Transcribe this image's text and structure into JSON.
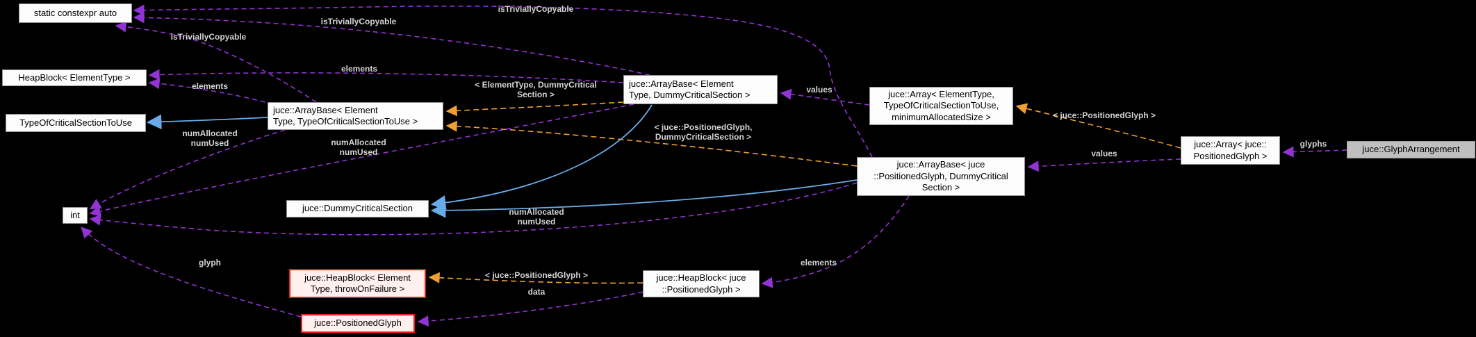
{
  "diagram": {
    "kind": "doxygen-collaboration-graph",
    "background_color": "#000000",
    "edge_colors": {
      "usage": "#9233d3",
      "template_instance": "#f0a030",
      "inheritance": "#68abe8"
    },
    "node_colors": {
      "default_bg": "#fcfcfc",
      "default_border": "#8f8f8f",
      "highlight_border": "#ec1a1a",
      "highlight_bg": "#fff0f0",
      "current_bg": "#bfbfbf",
      "text": "#000000",
      "edge_label_text": "#d4d4d4"
    },
    "nodes": [
      {
        "id": "static-constexpr-auto",
        "label": "static constexpr auto"
      },
      {
        "id": "heapblock-elementtype",
        "label": "HeapBlock< ElementType >"
      },
      {
        "id": "typeofcriticalsectiontouse",
        "label": "TypeOfCriticalSectionToUse"
      },
      {
        "id": "arraybase-elementtype-tocs",
        "label": "juce::ArrayBase< Element\nType, TypeOfCriticalSectionToUse >"
      },
      {
        "id": "arraybase-elementtype-dcs",
        "label": "juce::ArrayBase< Element\nType, DummyCriticalSection >"
      },
      {
        "id": "array-elementtype-tocs-mas",
        "label": "juce::Array< ElementType,\nTypeOfCriticalSectionToUse,\nminimumAllocatedSize >"
      },
      {
        "id": "arraybase-positionedglyph-dcs",
        "label": "juce::ArrayBase< juce\n::PositionedGlyph, DummyCritical\nSection >"
      },
      {
        "id": "array-positionedglyph",
        "label": "juce::Array< juce::\nPositionedGlyph >"
      },
      {
        "id": "glypharrangement",
        "label": "juce::GlyphArrangement"
      },
      {
        "id": "int",
        "label": "int"
      },
      {
        "id": "dummycriticalsection",
        "label": "juce::DummyCriticalSection"
      },
      {
        "id": "heapblock-elementtype-throwonfailure",
        "label": "juce::HeapBlock< Element\nType, throwOnFailure >"
      },
      {
        "id": "positionedglyph",
        "label": "juce::PositionedGlyph"
      },
      {
        "id": "heapblock-positionedglyph",
        "label": "juce::HeapBlock< juce\n::PositionedGlyph >"
      }
    ],
    "edge_labels": [
      {
        "id": "istriviallycopyable-top",
        "text": "isTriviallyCopyable"
      },
      {
        "id": "istriviallycopyable-mid",
        "text": "isTriviallyCopyable"
      },
      {
        "id": "istriviallycopyable-low",
        "text": "isTriviallyCopyable"
      },
      {
        "id": "elements-upper",
        "text": "elements"
      },
      {
        "id": "elements-lower",
        "text": "elements"
      },
      {
        "id": "tmpl-elementtype-dcs",
        "text": "< ElementType, DummyCritical\nSection >"
      },
      {
        "id": "values-left",
        "text": "values"
      },
      {
        "id": "tmpl-positionedglyph-dcs",
        "text": "< juce::PositionedGlyph,\nDummyCriticalSection >"
      },
      {
        "id": "tmpl-positionedglyph-top",
        "text": "< juce::PositionedGlyph >"
      },
      {
        "id": "values-right",
        "text": "values"
      },
      {
        "id": "glyphs",
        "text": "glyphs"
      },
      {
        "id": "numallocated-numused-left",
        "text": "numAllocated\nnumUsed"
      },
      {
        "id": "numallocated-numused-mid",
        "text": "numAllocated\nnumUsed"
      },
      {
        "id": "numallocated-numused-bottom",
        "text": "numAllocated\nnumUsed"
      },
      {
        "id": "elements-right",
        "text": "elements"
      },
      {
        "id": "glyph",
        "text": "glyph"
      },
      {
        "id": "tmpl-positionedglyph-bottom",
        "text": "< juce::PositionedGlyph >"
      },
      {
        "id": "data",
        "text": "data"
      }
    ],
    "edges": [
      {
        "from": "arraybase-positionedglyph-dcs",
        "to": "static-constexpr-auto",
        "label": "isTriviallyCopyable",
        "kind": "usage"
      },
      {
        "from": "arraybase-elementtype-dcs",
        "to": "static-constexpr-auto",
        "label": "isTriviallyCopyable",
        "kind": "usage"
      },
      {
        "from": "arraybase-elementtype-tocs",
        "to": "static-constexpr-auto",
        "label": "isTriviallyCopyable",
        "kind": "usage"
      },
      {
        "from": "arraybase-elementtype-dcs",
        "to": "heapblock-elementtype",
        "label": "elements",
        "kind": "usage"
      },
      {
        "from": "arraybase-elementtype-tocs",
        "to": "heapblock-elementtype",
        "label": "elements",
        "kind": "usage"
      },
      {
        "from": "arraybase-elementtype-tocs",
        "to": "int",
        "label": "numAllocated\nnumUsed",
        "kind": "usage"
      },
      {
        "from": "arraybase-elementtype-dcs",
        "to": "int",
        "label": "numAllocated\nnumUsed",
        "kind": "usage"
      },
      {
        "from": "arraybase-positionedglyph-dcs",
        "to": "int",
        "label": "numAllocated\nnumUsed",
        "kind": "usage"
      },
      {
        "from": "array-elementtype-tocs-mas",
        "to": "arraybase-elementtype-dcs",
        "label": "values",
        "kind": "usage"
      },
      {
        "from": "array-positionedglyph",
        "to": "arraybase-positionedglyph-dcs",
        "label": "values",
        "kind": "usage"
      },
      {
        "from": "glypharrangement",
        "to": "array-positionedglyph",
        "label": "glyphs",
        "kind": "usage"
      },
      {
        "from": "arraybase-positionedglyph-dcs",
        "to": "heapblock-positionedglyph",
        "label": "elements",
        "kind": "usage"
      },
      {
        "from": "heapblock-positionedglyph",
        "to": "positionedglyph",
        "label": "data",
        "kind": "usage"
      },
      {
        "from": "positionedglyph",
        "to": "int",
        "label": "glyph",
        "kind": "usage"
      },
      {
        "from": "arraybase-elementtype-dcs",
        "to": "arraybase-elementtype-tocs",
        "label": "< ElementType, DummyCritical\nSection >",
        "kind": "template_instance"
      },
      {
        "from": "arraybase-positionedglyph-dcs",
        "to": "arraybase-elementtype-tocs",
        "label": "< juce::PositionedGlyph,\nDummyCriticalSection >",
        "kind": "template_instance"
      },
      {
        "from": "array-positionedglyph",
        "to": "array-elementtype-tocs-mas",
        "label": "< juce::PositionedGlyph >",
        "kind": "template_instance"
      },
      {
        "from": "heapblock-positionedglyph",
        "to": "heapblock-elementtype-throwonfailure",
        "label": "< juce::PositionedGlyph >",
        "kind": "template_instance"
      },
      {
        "from": "arraybase-elementtype-tocs",
        "to": "typeofcriticalsectiontouse",
        "label": "",
        "kind": "inheritance"
      },
      {
        "from": "arraybase-elementtype-dcs",
        "to": "dummycriticalsection",
        "label": "",
        "kind": "inheritance"
      },
      {
        "from": "arraybase-positionedglyph-dcs",
        "to": "dummycriticalsection",
        "label": "",
        "kind": "inheritance"
      }
    ]
  }
}
